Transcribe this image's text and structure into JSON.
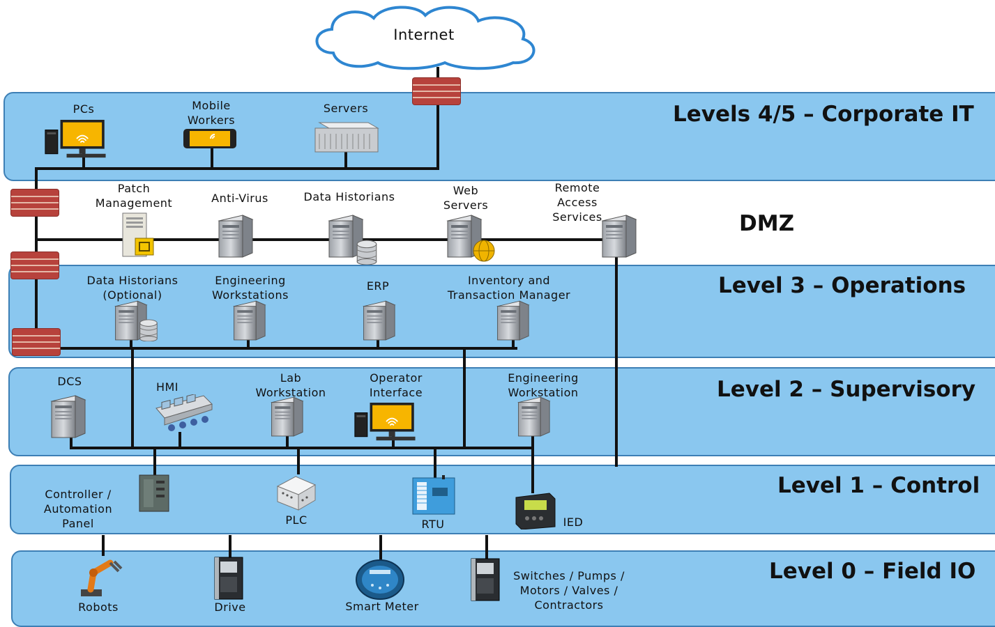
{
  "internet": "Internet",
  "levels": {
    "corporate": "Levels 4/5 – Corporate IT",
    "dmz": "DMZ",
    "operations": "Level 3  – Operations",
    "supervisory": "Level 2 – Supervisory",
    "control": "Level 1 – Control",
    "field": "Level 0 – Field IO"
  },
  "corporate": {
    "pcs": "PCs",
    "mobile": "Mobile\nWorkers",
    "servers": "Servers"
  },
  "dmz": {
    "patch": "Patch\nManagement",
    "antivirus": "Anti-Virus",
    "historians": "Data Historians",
    "web": "Web\nServers",
    "remote": "Remote\nAccess\nServices"
  },
  "operations": {
    "historians": "Data Historians\n(Optional)",
    "eng": "Engineering\nWorkstations",
    "erp": "ERP",
    "inventory": "Inventory and\nTransaction Manager"
  },
  "supervisory": {
    "dcs": "DCS",
    "hmi": "HMI",
    "lab": "Lab\nWorkstation",
    "operator": "Operator\nInterface",
    "eng": "Engineering\nWorkstation"
  },
  "control": {
    "controller": "Controller /\nAutomation\nPanel",
    "plc": "PLC",
    "rtu": "RTU",
    "ied": "IED"
  },
  "field": {
    "robots": "Robots",
    "drive": "Drive",
    "meter": "Smart Meter",
    "switches": "Switches / Pumps /\nMotors / Valves /\nContractors"
  }
}
